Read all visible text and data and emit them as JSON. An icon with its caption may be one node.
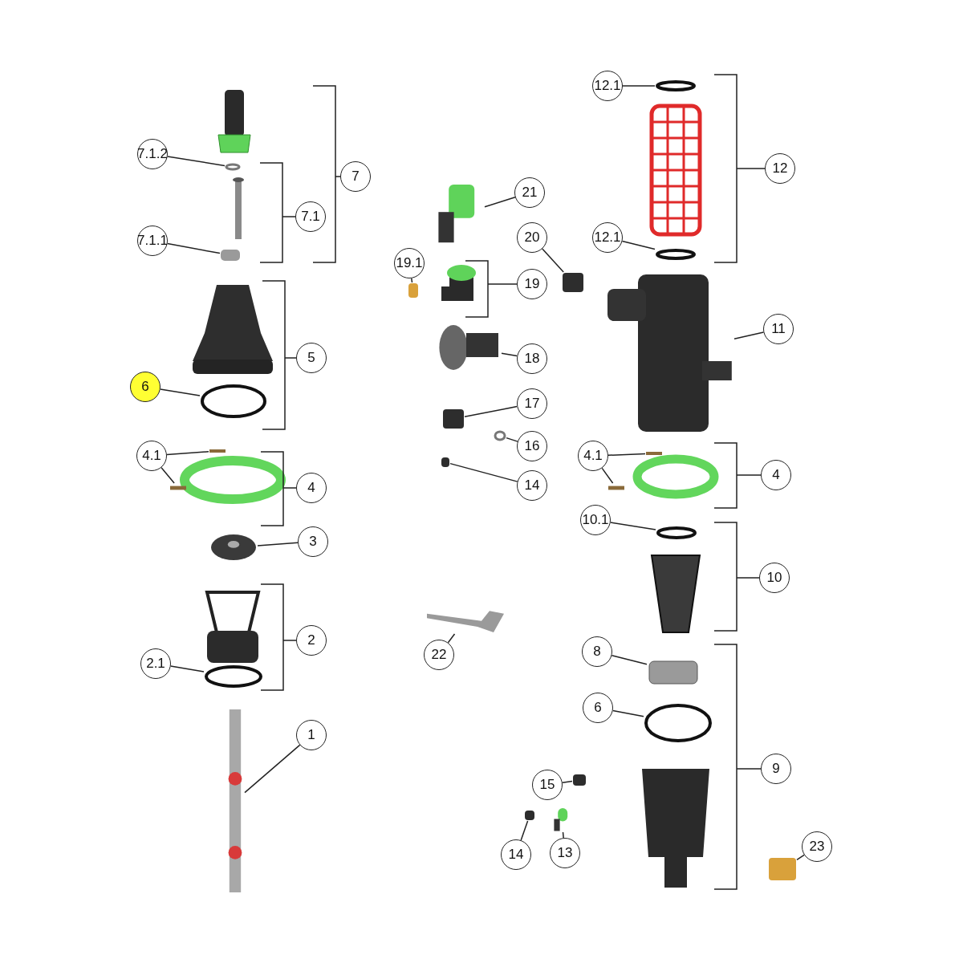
{
  "diagram": {
    "nodes": [
      {
        "text": [
          "12.1"
        ]
      },
      {
        "text": [],
        "shape": "circle"
      },
      {
        "text": [
          "7"
        ]
      },
      {
        "text": [
          "7.1.2"
        ]
      },
      {
        "text": [],
        "shape": "circle"
      },
      {
        "text": [
          "12"
        ]
      },
      {
        "text": [
          "7.1"
        ]
      },
      {
        "text": [
          "21"
        ]
      },
      {
        "text": [],
        "shape": "picture"
      },
      {
        "text": [
          "20"
        ]
      },
      {
        "text": [],
        "shape": "box"
      },
      {
        "text": [
          "12.1"
        ]
      },
      {
        "text": [],
        "shape": "circle"
      },
      {
        "text": [
          "7.1.1"
        ]
      },
      {
        "text": [],
        "shape": "box"
      },
      {
        "text": [
          "19.1"
        ]
      },
      {
        "text": [],
        "shape": "box"
      },
      {
        "text": [
          "19"
        ]
      },
      {
        "text": [
          "11"
        ]
      },
      {
        "text": [],
        "shape": "box"
      },
      {
        "text": [
          "5"
        ]
      },
      {
        "text": [
          "18"
        ]
      },
      {
        "text": [],
        "shape": "picture"
      },
      {
        "text": [
          "6"
        ]
      },
      {
        "text": [],
        "shape": "circle"
      },
      {
        "text": [
          "17"
        ]
      },
      {
        "text": [],
        "shape": "box"
      },
      {
        "text": [
          "16"
        ]
      },
      {
        "text": [],
        "shape": "circle"
      },
      {
        "text": [
          "4.1"
        ]
      },
      {
        "text": [],
        "shape": "box"
      },
      {
        "text": [],
        "shape": "box"
      },
      {
        "text": [
          "4.1"
        ]
      },
      {
        "text": [],
        "shape": "box"
      },
      {
        "text": [],
        "shape": "box"
      },
      {
        "text": [
          "4"
        ]
      },
      {
        "text": [
          "4"
        ]
      },
      {
        "text": [
          "14"
        ]
      },
      {
        "text": [],
        "shape": "box"
      },
      {
        "text": [
          "10.1"
        ]
      },
      {
        "text": [],
        "shape": "circle"
      },
      {
        "text": [
          "3"
        ]
      },
      {
        "text": [],
        "shape": "circle"
      },
      {
        "text": [
          "10"
        ]
      },
      {
        "text": [
          "2"
        ]
      },
      {
        "text": [
          "22"
        ]
      },
      {
        "text": [],
        "shape": "picture"
      },
      {
        "text": [
          "8"
        ]
      },
      {
        "text": [],
        "shape": "box"
      },
      {
        "text": [
          "2.1"
        ]
      },
      {
        "text": [],
        "shape": "circle"
      },
      {
        "text": [
          "6"
        ]
      },
      {
        "text": [],
        "shape": "circle"
      },
      {
        "text": [
          "1"
        ]
      },
      {
        "text": [],
        "shape": "picture"
      },
      {
        "text": [
          "9"
        ]
      },
      {
        "text": [
          "15"
        ]
      },
      {
        "text": [],
        "shape": "box"
      },
      {
        "text": [
          "23"
        ]
      },
      {
        "text": [],
        "shape": "box"
      },
      {
        "text": [
          "14"
        ]
      },
      {
        "text": [],
        "shape": "box"
      },
      {
        "text": [
          "13"
        ]
      },
      {
        "text": [],
        "shape": "picture"
      }
    ],
    "edges": [
      {
        "from": 0,
        "to": 1,
        "arrow": "none"
      },
      {
        "from": 3,
        "to": 4,
        "arrow": "none"
      },
      {
        "from": 7,
        "to": 8,
        "arrow": "none"
      },
      {
        "from": 9,
        "to": 10,
        "arrow": "none"
      },
      {
        "from": 11,
        "to": 12,
        "arrow": "none"
      },
      {
        "from": 13,
        "to": 14,
        "arrow": "none"
      },
      {
        "from": 15,
        "to": 16,
        "arrow": "none"
      },
      {
        "from": 18,
        "to": 19,
        "arrow": "none"
      },
      {
        "from": 21,
        "to": 22,
        "arrow": "none"
      },
      {
        "from": 23,
        "to": 24,
        "arrow": "none"
      },
      {
        "from": 25,
        "to": 26,
        "arrow": "none"
      },
      {
        "from": 27,
        "to": 28,
        "arrow": "none"
      },
      {
        "from": 29,
        "to": 30,
        "arrow": "none"
      },
      {
        "from": 29,
        "to": 31,
        "arrow": "none"
      },
      {
        "from": 32,
        "to": 33,
        "arrow": "none"
      },
      {
        "from": 32,
        "to": 34,
        "arrow": "none"
      },
      {
        "from": 37,
        "to": 38,
        "arrow": "none"
      },
      {
        "from": 39,
        "to": 40,
        "arrow": "none"
      },
      {
        "from": 41,
        "to": 42,
        "arrow": "none"
      },
      {
        "from": 45,
        "to": 46,
        "arrow": "none"
      },
      {
        "from": 47,
        "to": 48,
        "arrow": "none"
      },
      {
        "from": 49,
        "to": 50,
        "arrow": "none"
      },
      {
        "from": 51,
        "to": 52,
        "arrow": "none"
      },
      {
        "from": 53,
        "to": 54,
        "arrow": "none"
      },
      {
        "from": 56,
        "to": 57,
        "arrow": "none"
      },
      {
        "from": 58,
        "to": 59,
        "arrow": "none"
      },
      {
        "from": 60,
        "to": 61,
        "arrow": "none"
      },
      {
        "from": 62,
        "to": 63,
        "arrow": "none"
      }
    ]
  }
}
